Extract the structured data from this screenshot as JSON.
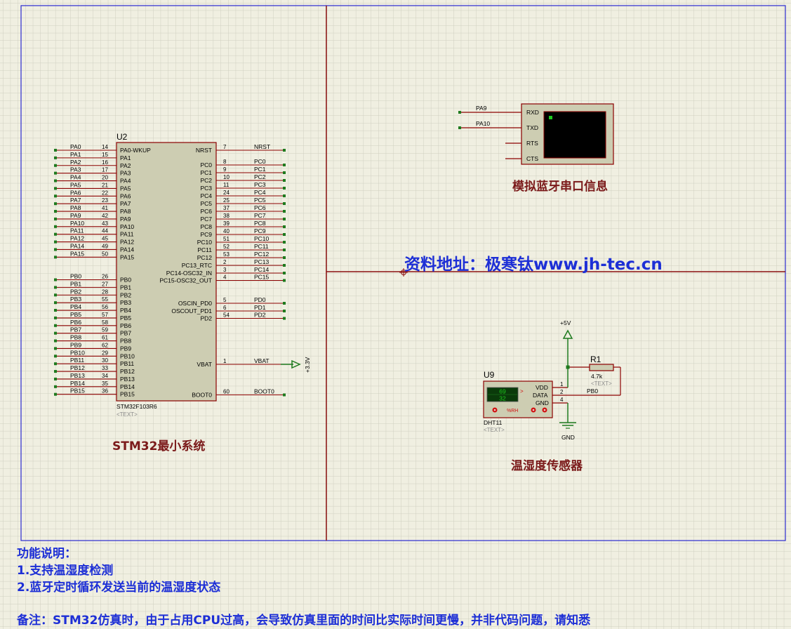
{
  "mcu": {
    "ref": "U2",
    "part": "STM32F103R6",
    "text": "<TEXT>",
    "left_pins": [
      {
        "net": "PA0",
        "num": "14",
        "name": "PA0-WKUP"
      },
      {
        "net": "PA1",
        "num": "15",
        "name": "PA1"
      },
      {
        "net": "PA2",
        "num": "16",
        "name": "PA2"
      },
      {
        "net": "PA3",
        "num": "17",
        "name": "PA3"
      },
      {
        "net": "PA4",
        "num": "20",
        "name": "PA4"
      },
      {
        "net": "PA5",
        "num": "21",
        "name": "PA5"
      },
      {
        "net": "PA6",
        "num": "22",
        "name": "PA6"
      },
      {
        "net": "PA7",
        "num": "23",
        "name": "PA7"
      },
      {
        "net": "PA8",
        "num": "41",
        "name": "PA8"
      },
      {
        "net": "PA9",
        "num": "42",
        "name": "PA9"
      },
      {
        "net": "PA10",
        "num": "43",
        "name": "PA10"
      },
      {
        "net": "PA11",
        "num": "44",
        "name": "PA11"
      },
      {
        "net": "PA12",
        "num": "45",
        "name": "PA12"
      },
      {
        "net": "PA14",
        "num": "49",
        "name": "PA14"
      },
      {
        "net": "PA15",
        "num": "50",
        "name": "PA15"
      },
      {
        "net": "PB0",
        "num": "26",
        "name": "PB0"
      },
      {
        "net": "PB1",
        "num": "27",
        "name": "PB1"
      },
      {
        "net": "PB2",
        "num": "28",
        "name": "PB2"
      },
      {
        "net": "PB3",
        "num": "55",
        "name": "PB3"
      },
      {
        "net": "PB4",
        "num": "56",
        "name": "PB4"
      },
      {
        "net": "PB5",
        "num": "57",
        "name": "PB5"
      },
      {
        "net": "PB6",
        "num": "58",
        "name": "PB6"
      },
      {
        "net": "PB7",
        "num": "59",
        "name": "PB7"
      },
      {
        "net": "PB8",
        "num": "61",
        "name": "PB8"
      },
      {
        "net": "PB9",
        "num": "62",
        "name": "PB9"
      },
      {
        "net": "PB10",
        "num": "29",
        "name": "PB10"
      },
      {
        "net": "PB11",
        "num": "30",
        "name": "PB11"
      },
      {
        "net": "PB12",
        "num": "33",
        "name": "PB12"
      },
      {
        "net": "PB13",
        "num": "34",
        "name": "PB13"
      },
      {
        "net": "PB14",
        "num": "35",
        "name": "PB14"
      },
      {
        "net": "PB15",
        "num": "36",
        "name": "PB15"
      }
    ],
    "right_pins": [
      {
        "net": "NRST",
        "num": "7",
        "name": "NRST"
      },
      {
        "net": "PC0",
        "num": "8",
        "name": "PC0"
      },
      {
        "net": "PC1",
        "num": "9",
        "name": "PC1"
      },
      {
        "net": "PC2",
        "num": "10",
        "name": "PC2"
      },
      {
        "net": "PC3",
        "num": "11",
        "name": "PC3"
      },
      {
        "net": "PC4",
        "num": "24",
        "name": "PC4"
      },
      {
        "net": "PC5",
        "num": "25",
        "name": "PC5"
      },
      {
        "net": "PC6",
        "num": "37",
        "name": "PC6"
      },
      {
        "net": "PC7",
        "num": "38",
        "name": "PC7"
      },
      {
        "net": "PC8",
        "num": "39",
        "name": "PC8"
      },
      {
        "net": "PC9",
        "num": "40",
        "name": "PC9"
      },
      {
        "net": "PC10",
        "num": "51",
        "name": "PC10"
      },
      {
        "net": "PC11",
        "num": "52",
        "name": "PC11"
      },
      {
        "net": "PC12",
        "num": "53",
        "name": "PC12"
      },
      {
        "net": "PC13",
        "num": "2",
        "name": "PC13_RTC"
      },
      {
        "net": "PC14",
        "num": "3",
        "name": "PC14-OSC32_IN"
      },
      {
        "net": "PC15",
        "num": "4",
        "name": "PC15-OSC32_OUT"
      },
      {
        "net": "PD0",
        "num": "5",
        "name": "OSCIN_PD0"
      },
      {
        "net": "PD1",
        "num": "6",
        "name": "OSCOUT_PD1"
      },
      {
        "net": "PD2",
        "num": "54",
        "name": "PD2"
      },
      {
        "net": "VBAT",
        "num": "1",
        "name": "VBAT"
      },
      {
        "net": "BOOT0",
        "num": "60",
        "name": "BOOT0"
      }
    ],
    "vbat_supply": "+3.3V"
  },
  "terminal": {
    "pins": [
      "RXD",
      "TXD",
      "RTS",
      "CTS"
    ],
    "nets": [
      "PA9",
      "PA10"
    ]
  },
  "sensor": {
    "ref": "U9",
    "part": "DHT11",
    "text": "<TEXT>",
    "display_top": "69",
    "display_bottom": "32",
    "unit_label": "%RH",
    "arrow": ">",
    "pins": [
      {
        "num": "1",
        "name": "VDD"
      },
      {
        "num": "2",
        "name": "DATA"
      },
      {
        "num": "4",
        "name": "GND"
      }
    ],
    "data_net": "PB0",
    "supply": "+5V",
    "ground": "GND"
  },
  "resistor": {
    "ref": "R1",
    "value": "4.7k",
    "text": "<TEXT>"
  },
  "captions": {
    "mcu": "STM32最小系统",
    "terminal": "模拟蓝牙串口信息",
    "sensor": "温湿度传感器",
    "watermark": "资料地址：极寒钛www.jh-tec.cn"
  },
  "notes": {
    "heading": "功能说明：",
    "item1": "1.支持温湿度检测",
    "item2": "2.蓝牙定时循环发送当前的温湿度状态",
    "remark": "备注：STM32仿真时，由于占用CPU过高，会导致仿真里面的时间比实际时间更慢，并非代码问题，请知悉"
  },
  "colors": {
    "background": "#f0efe1",
    "grid": "#cfcfc0",
    "frame": "#2b2bd0",
    "divider": "#8b1010",
    "wire": "#8b0000",
    "pin_terminal": "#1e7a1e",
    "chip_fill": "#cdcdb2",
    "caption": "#7b1a1a",
    "note_text": "#1d2fd6"
  }
}
